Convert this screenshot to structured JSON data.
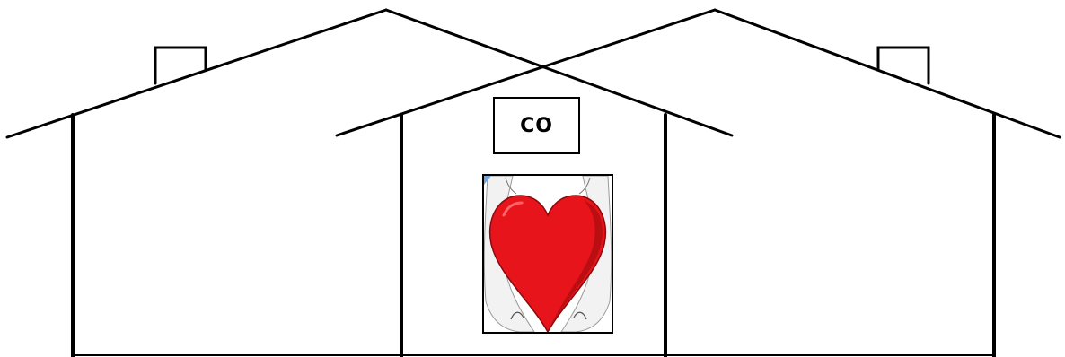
{
  "houses": [
    {
      "name": "left-house"
    },
    {
      "name": "right-house"
    }
  ],
  "sign": {
    "label": "CO"
  },
  "picture": {
    "icon": "heart-with-wings-icon",
    "heart_color": "#e8141b",
    "heart_shade_color": "#b30d12",
    "wing_color": "#f2f2f2"
  },
  "colors": {
    "line": "#000000",
    "background": "#ffffff"
  }
}
